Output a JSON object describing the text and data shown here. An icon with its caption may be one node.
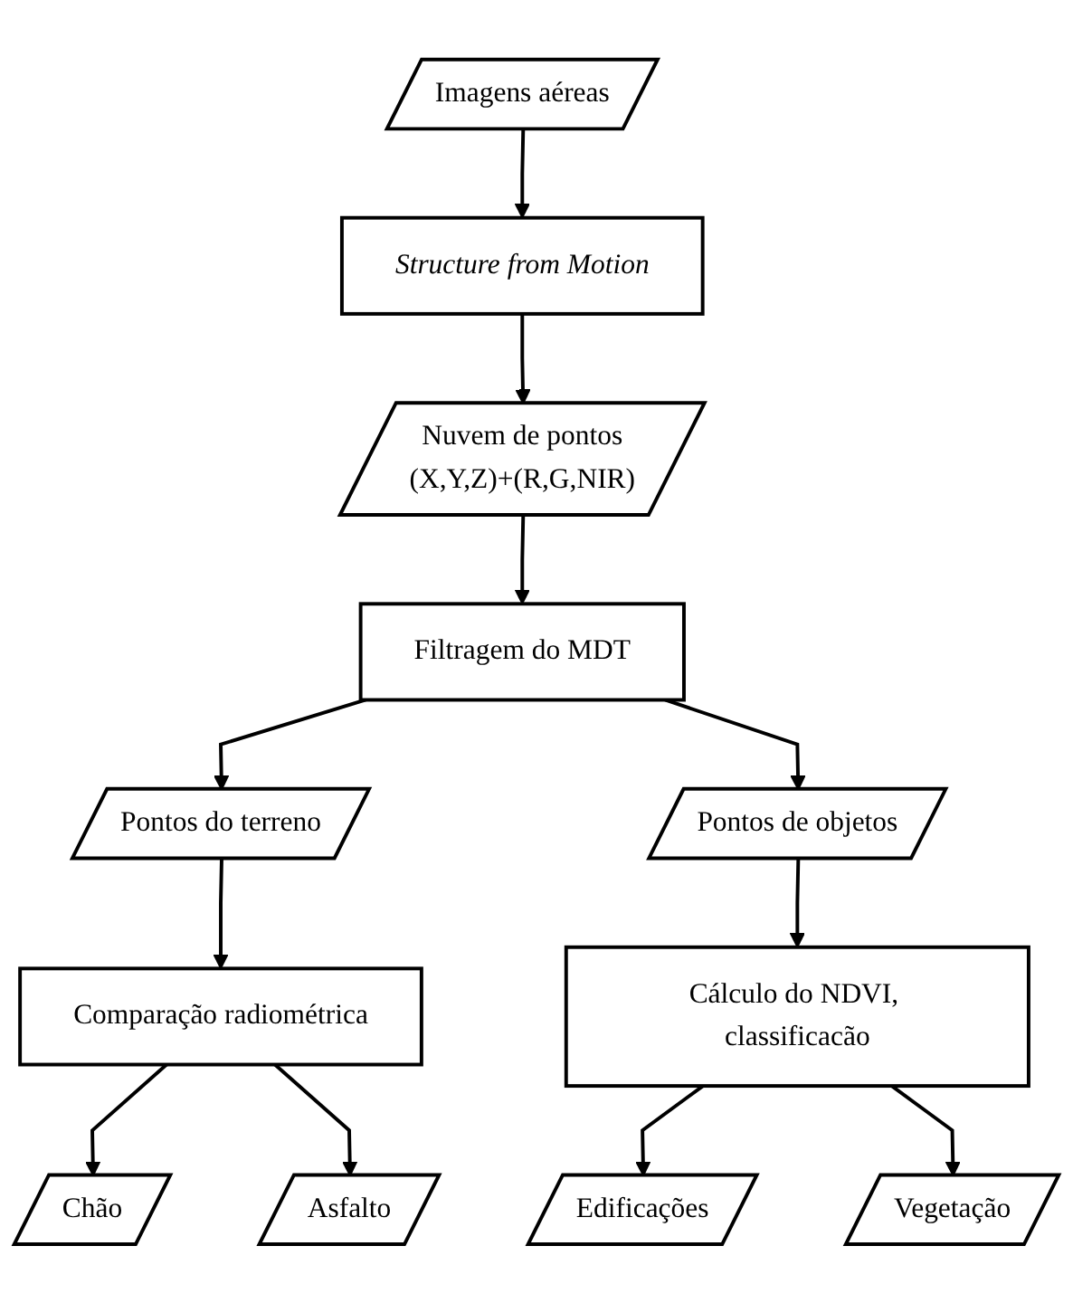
{
  "diagram": {
    "nodes": [
      {
        "text": [
          "Imagens aéreas"
        ]
      },
      {
        "text": [
          "Structure from Motion"
        ]
      },
      {
        "text": [
          "Nuvem de pontos",
          "(X,Y,Z)+(R,G,NIR)"
        ]
      },
      {
        "text": [
          "Filtragem do MDT"
        ]
      },
      {
        "text": [
          "Pontos do terreno"
        ]
      },
      {
        "text": [
          "Pontos de objetos"
        ]
      },
      {
        "text": [
          "Comparação radiométrica"
        ]
      },
      {
        "text": [
          "Cálculo do NDVI, classificacão"
        ]
      },
      {
        "text": [
          "Chão"
        ]
      },
      {
        "text": [
          "Edificações"
        ]
      },
      {
        "text": [
          "Asfalto"
        ]
      },
      {
        "text": [
          "Vegetação"
        ]
      }
    ],
    "edges": [
      {
        "from": 0,
        "to": 1,
        "arrow": "to"
      },
      {
        "from": 1,
        "to": 2,
        "arrow": "to"
      },
      {
        "from": 2,
        "to": 3,
        "arrow": "to"
      },
      {
        "from": 3,
        "to": 4,
        "arrow": "to"
      },
      {
        "from": 3,
        "to": 5,
        "arrow": "to"
      },
      {
        "from": 4,
        "to": 6,
        "arrow": "to"
      },
      {
        "from": 5,
        "to": 7,
        "arrow": "to"
      },
      {
        "from": 6,
        "to": 8,
        "arrow": "to"
      },
      {
        "from": 7,
        "to": 9,
        "arrow": "to"
      },
      {
        "from": 6,
        "to": 10,
        "arrow": "to"
      },
      {
        "from": 7,
        "to": 11,
        "arrow": "to"
      }
    ]
  }
}
